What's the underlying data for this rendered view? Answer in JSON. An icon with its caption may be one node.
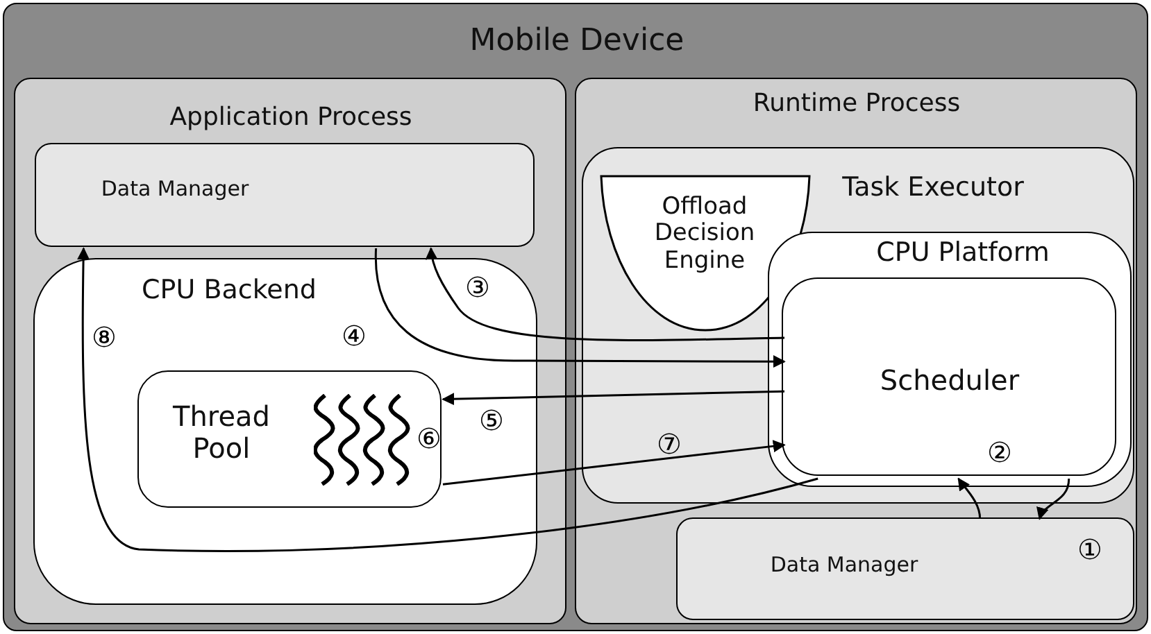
{
  "diagram": {
    "nodes": [
      {
        "text": [
          "Mobile Device"
        ]
      },
      {
        "text": [
          "Application Process"
        ],
        "in": 0
      },
      {
        "text": [
          "Data Manager"
        ],
        "in": 1
      },
      {
        "text": [
          "CPU Backend"
        ],
        "in": 1
      },
      {
        "text": [
          "Thread Pool"
        ],
        "in": 3
      },
      {
        "text": [
          "Runtime Process"
        ],
        "in": 0
      },
      {
        "text": [
          "Task Executor"
        ],
        "in": 5
      },
      {
        "text": [
          "Offload Decision Engine"
        ],
        "in": 6
      },
      {
        "text": [
          "CPU Platform"
        ],
        "in": 6
      },
      {
        "text": [
          "Scheduler"
        ],
        "in": 8
      },
      {
        "text": [
          "Data Manager"
        ],
        "in": 5
      }
    ],
    "edges": [
      {
        "from": 9,
        "to": 10,
        "arrow": "to",
        "label": "①"
      },
      {
        "from": 10,
        "to": 9,
        "arrow": "to",
        "label": "②"
      },
      {
        "from": 9,
        "to": 2,
        "arrow": "to",
        "label": "③"
      },
      {
        "from": 2,
        "to": 9,
        "arrow": "to",
        "label": "④"
      },
      {
        "from": 9,
        "to": 4,
        "arrow": "to",
        "label": "⑤"
      },
      {
        "from": 4,
        "to": 9,
        "arrow": "to",
        "label": "⑦"
      },
      {
        "from": 9,
        "to": 2,
        "arrow": "to",
        "label": "⑧"
      }
    ],
    "labels": [
      "⑥"
    ]
  }
}
